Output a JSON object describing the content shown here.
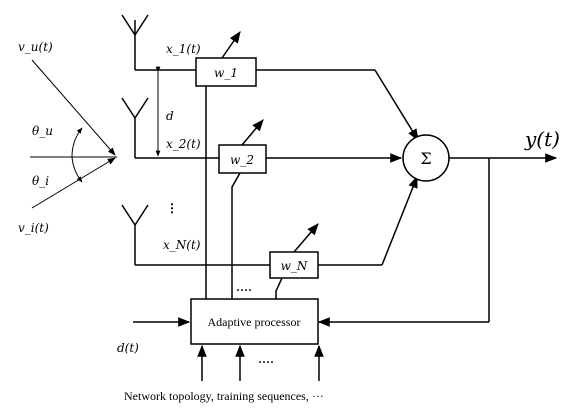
{
  "signals": {
    "vu": "v_u(t)",
    "vi": "v_i(t)",
    "theta_u": "θ_u",
    "theta_i": "θ_i",
    "x1": "x_1(t)",
    "x2": "x_2(t)",
    "xN": "x_N(t)",
    "d_spacing": "d",
    "y": "y(t)",
    "dt": "d(t)"
  },
  "weights": {
    "w1": "w_1",
    "w2": "w_2",
    "wN": "w_N"
  },
  "summer": "Σ",
  "processor": "Adaptive processor",
  "dots": {
    "vertical": "⋮",
    "horizontal": "····"
  },
  "caption": "Network topology, training sequences, ···"
}
